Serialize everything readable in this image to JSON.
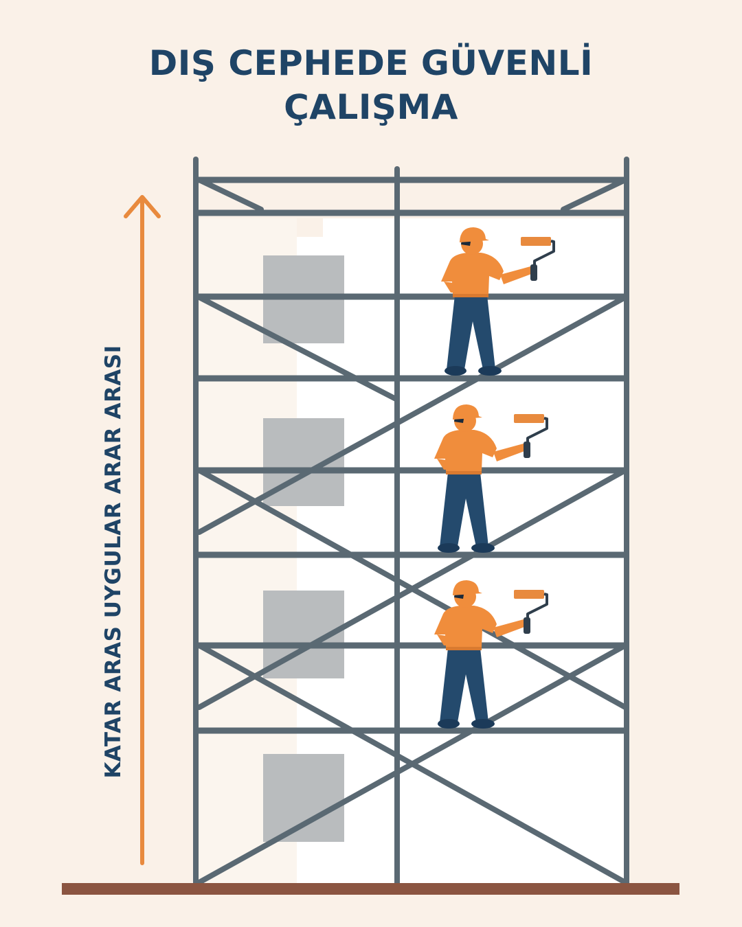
{
  "header": {
    "title_line1": "DIŞ CEPHEDE GÜVENLİ",
    "title_line2": "ÇALIŞMA"
  },
  "side_label": "KATAR ARAS UYGULAR ARAR ARASI",
  "colors": {
    "background": "#faf1e8",
    "title": "#1f4466",
    "scaffold": "#5a6973",
    "arrow": "#e88a3e",
    "wall": "#ffffff",
    "window": "#b9bcbe",
    "ground": "#8b5541",
    "worker_shirt": "#f08d3c",
    "worker_pants": "#244a6d",
    "worker_helmet": "#f08d3c",
    "worker_skin": "#f08d3c",
    "roller": "#e88a3e"
  },
  "icons": {
    "worker": "worker-painting-icon",
    "roller": "paint-roller-icon",
    "arrow": "arrow-up-icon"
  }
}
